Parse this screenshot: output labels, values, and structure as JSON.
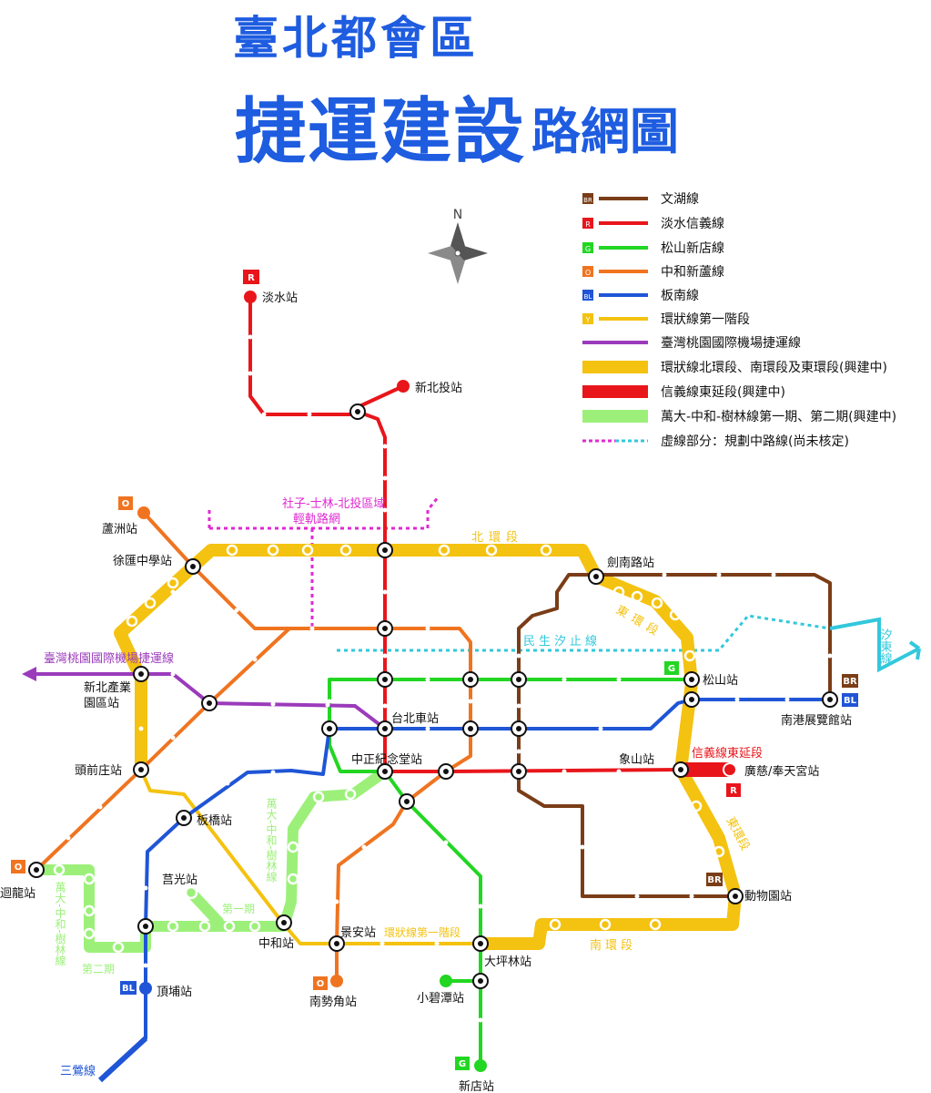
{
  "header": {
    "title_line1": "臺北都會區",
    "title_line2_main": "捷運建設",
    "title_line2_suffix": "路網圖"
  },
  "compass": {
    "north_label": "N"
  },
  "colors": {
    "brown": "#7a3d17",
    "red": "#e8161b",
    "green": "#22d622",
    "orange": "#f07420",
    "blue": "#1f55d6",
    "yellow": "#f4c210",
    "purple": "#9b3bbb",
    "lightgreen": "#9cf07a",
    "cyan": "#32c8dc",
    "magenta": "#e02ad2"
  },
  "legend": {
    "items": [
      {
        "badge": "BR",
        "label": "文湖線"
      },
      {
        "badge": "R",
        "label": "淡水信義線"
      },
      {
        "badge": "G",
        "label": "松山新店線"
      },
      {
        "badge": "O",
        "label": "中和新蘆線"
      },
      {
        "badge": "BL",
        "label": "板南線"
      },
      {
        "badge": "Y",
        "label": "環狀線第一階段"
      },
      {
        "badge": "",
        "label": "臺灣桃園國際機場捷運線"
      },
      {
        "badge": "",
        "label": "環狀線北環段、南環段及東環段(興建中)"
      },
      {
        "badge": "",
        "label": "信義線東延段(興建中)"
      },
      {
        "badge": "",
        "label": "萬大-中和-樹林線第一期、第二期(興建中)"
      },
      {
        "badge": "",
        "label": "虛線部分：規劃中路線(尚未核定)"
      }
    ]
  },
  "line_badges": {
    "tamsui": "R",
    "luzhou": "O",
    "nanshijiao": "O",
    "huilong": "O",
    "songshan": "G",
    "xindian": "G",
    "nangang_br": "BR",
    "nangang_bl": "BL",
    "zoo": "BR",
    "dingpu": "BL",
    "guangci": "R"
  },
  "stations": {
    "tamsui": "淡水站",
    "xinbeitou": "新北投站",
    "luzhou": "蘆洲站",
    "xuhui": "徐匯中學站",
    "jiannan": "劍南路站",
    "xinbei_industrial_1": "新北產業",
    "xinbei_industrial_2": "園區站",
    "songshan": "松山站",
    "nangang": "南港展覽館站",
    "taipei_main": "台北車站",
    "cks": "中正紀念堂站",
    "xiangshan": "象山站",
    "guangci": "廣慈/奉天宮站",
    "touqianzhuang": "頭前庄站",
    "banqiao": "板橋站",
    "huilong": "迴龍站",
    "juguang": "莒光站",
    "zhonghe": "中和站",
    "jingan": "景安站",
    "zoo": "動物園站",
    "dapinglin": "大坪林站",
    "xiaobitan": "小碧潭站",
    "nanshijiao": "南勢角站",
    "dingpu": "頂埔站",
    "xindian": "新店站"
  },
  "line_labels": {
    "north_ring": "北環段",
    "east_ring": "東環段",
    "east_ring_2": "東環段",
    "south_ring": "南環段",
    "circular_phase1": "環狀線第一階段",
    "minsheng_xizhi": "民生汐止線",
    "xizhi_east": "汐東線",
    "airport_mrt": "臺灣桃園國際機場捷運線",
    "light_rail_1": "社子-士林-北投區域",
    "light_rail_2": "輕軌路網",
    "xinyi_east": "信義線東延段",
    "wanda_vertical": "萬大-中和-樹林線",
    "wanda_left": "萬大-中和-樹林線",
    "phase1": "第一期",
    "phase2": "第二期",
    "sanying": "三鶯線"
  }
}
